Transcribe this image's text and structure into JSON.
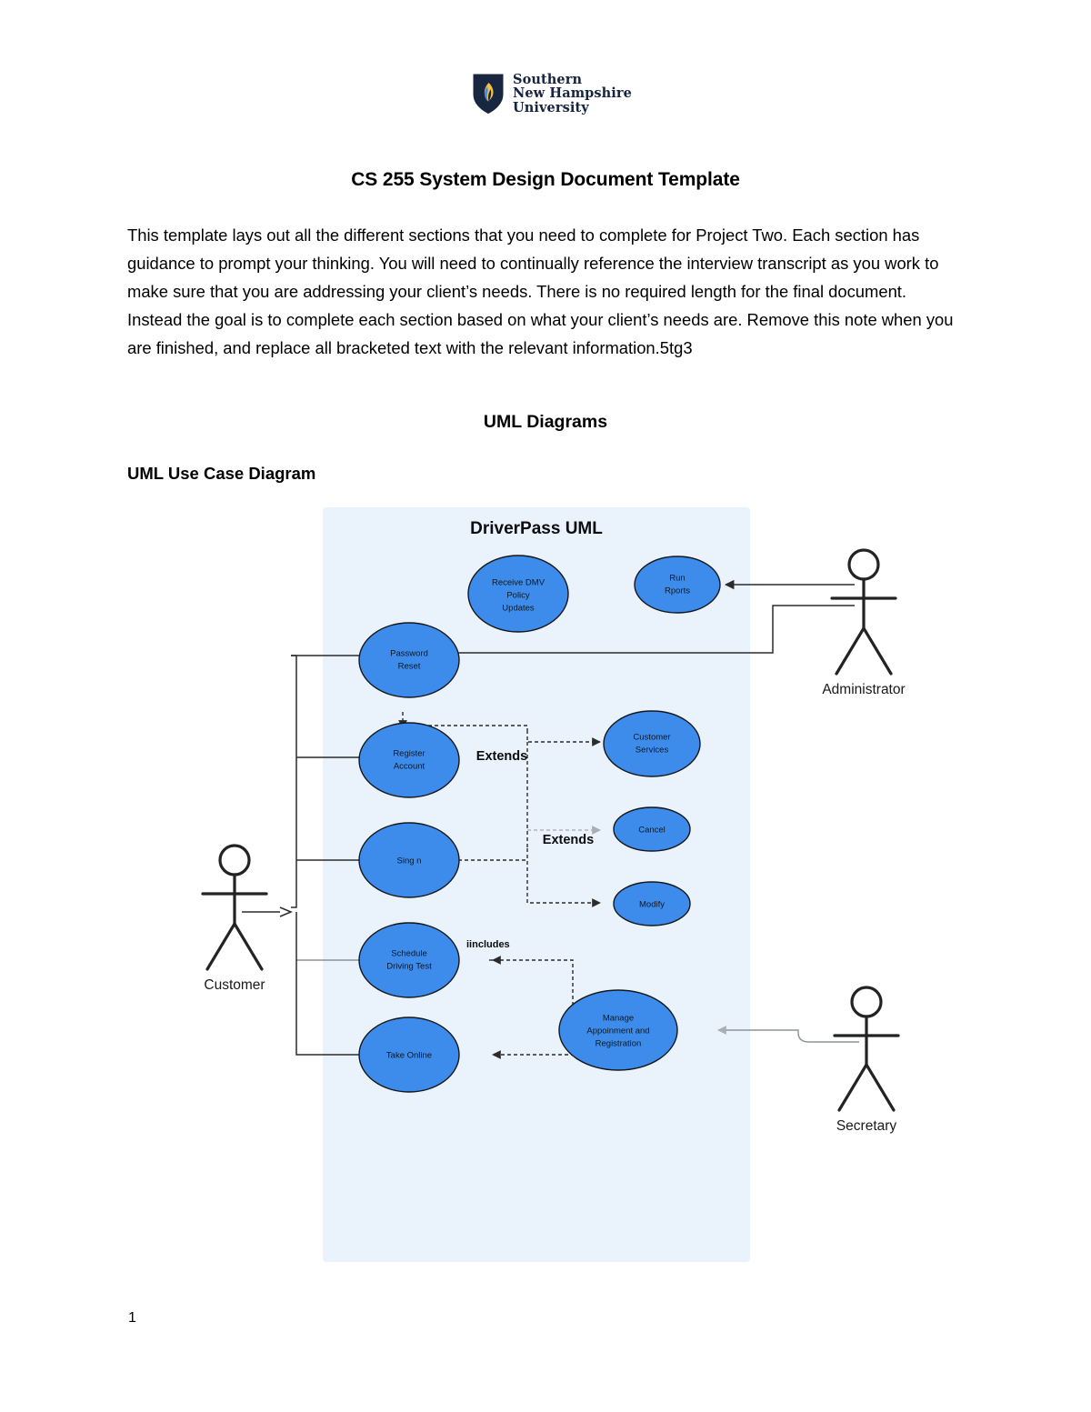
{
  "logo": {
    "line1": "Southern",
    "line2": "New Hampshire",
    "line3": "University",
    "shield_icon": "shield-flame-icon"
  },
  "document": {
    "title": "CS 255 System Design Document Template",
    "intro_paragraph": "This template lays out all the different sections that you need to complete for Project Two. Each section has guidance to prompt your thinking. You will need to continually reference the interview transcript as you work to make sure that you are addressing your client’s needs. There is no required length for the final document. Instead the goal is to complete each section based on what your client’s needs are. Remove this note when you are finished, and replace all bracketed text with the relevant information.5tg3",
    "section_heading": "UML Diagrams",
    "subsection_heading": "UML Use Case Diagram",
    "page_number": "1"
  },
  "diagram": {
    "title": "DriverPass UML",
    "panel_color": "#eaf2fc",
    "ellipse_fill": "#3d8ceb",
    "use_cases": {
      "receive_dmv": "Receive DMV\nPolicy\nUpdates",
      "receive_dmv_l1": "Receive DMV",
      "receive_dmv_l2": "Policy",
      "receive_dmv_l3": "Updates",
      "run_reports_l1": "Run",
      "run_reports_l2": "Rports",
      "password_reset_l1": "Password",
      "password_reset_l2": "Reset",
      "register_account_l1": "Register",
      "register_account_l2": "Account",
      "sign_in": "Sing  n",
      "schedule_test_l1": "Schedule",
      "schedule_test_l2": "Driving Test",
      "take_online": "Take Online",
      "customer_services_l1": "Customer",
      "customer_services_l2": "Services",
      "cancel": "Cancel",
      "modify": "Modify",
      "manage_l1": "Manage",
      "manage_l2": "Appoinment and",
      "manage_l3": "Registration"
    },
    "actors": {
      "customer": "Customer",
      "administrator": "Administrator",
      "secretary": "Secretary"
    },
    "relationships": {
      "extends_1": "Extends",
      "extends_2": "Extends",
      "includes": "iincludes"
    }
  }
}
